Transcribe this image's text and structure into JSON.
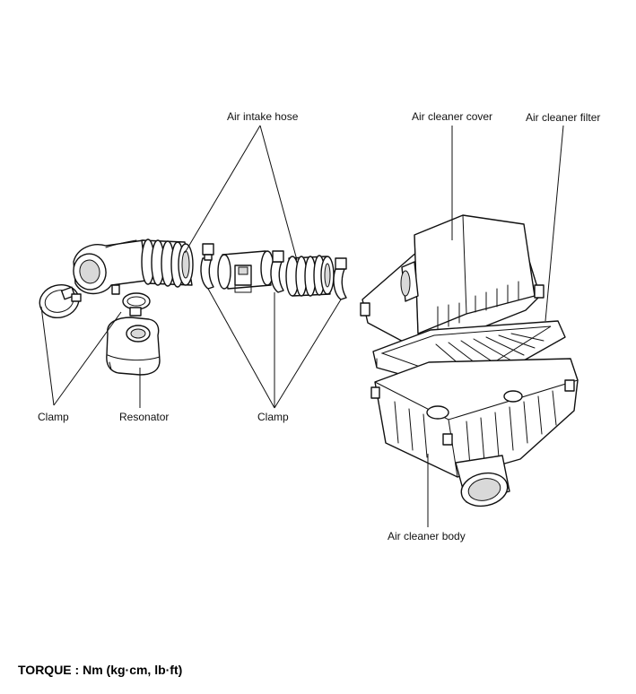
{
  "labels": {
    "air_intake_hose": "Air intake hose",
    "air_cleaner_cover": "Air cleaner cover",
    "air_cleaner_filter": "Air cleaner filter",
    "clamp_left": "Clamp",
    "resonator": "Resonator",
    "clamp_center": "Clamp",
    "air_cleaner_body": "Air cleaner body"
  },
  "footer": {
    "torque": "TORQUE : Nm (kg·cm, lb·ft)"
  }
}
